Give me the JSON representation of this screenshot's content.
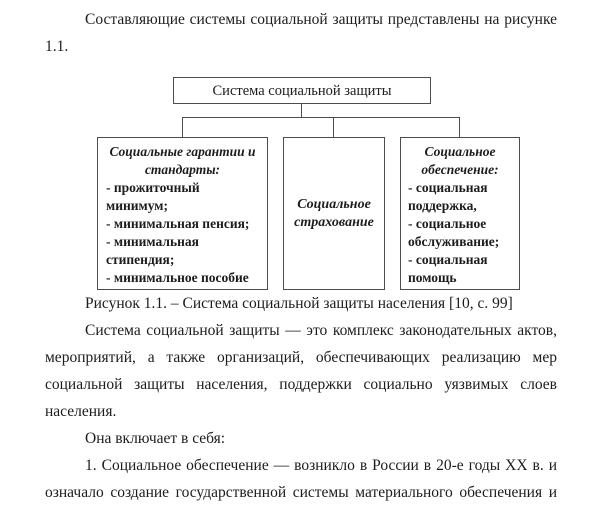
{
  "paragraphs": {
    "intro": "Составляющие системы социальной защиты представлены на рисунке 1.1.",
    "caption": "Рисунок 1.1. – Система социальной защиты населения [10, с. 99]",
    "body1": "Система социальной защиты — это комплекс законодательных актов, мероприятий, а также организаций, обеспечивающих реализацию мер социальной защиты населения, поддержки социально уязвимых слоев населения.",
    "body2": "Она включает в себя:",
    "body3": "1. Социальное обеспечение — возникло в России в 20-е годы XX в. и означало создание государственной системы материального обеспечения и"
  },
  "diagram": {
    "root_label": "Система социальной защиты",
    "boxes": [
      {
        "title": "Социальные гарантии и стандарты:",
        "items": [
          "- прожиточный минимум;",
          "- минимальная пенсия;",
          "- минимальная стипендия;",
          "- минимальное пособие"
        ]
      },
      {
        "title": "Социальное страхование",
        "items": []
      },
      {
        "title": "Социальное обеспечение:",
        "items": [
          "- социальная поддержка,",
          "- социальное обслуживание;",
          "- социальная помощь"
        ]
      }
    ]
  },
  "colors": {
    "text": "#1c1c1c",
    "line": "#4d4d4d",
    "background": "#ffffff"
  }
}
